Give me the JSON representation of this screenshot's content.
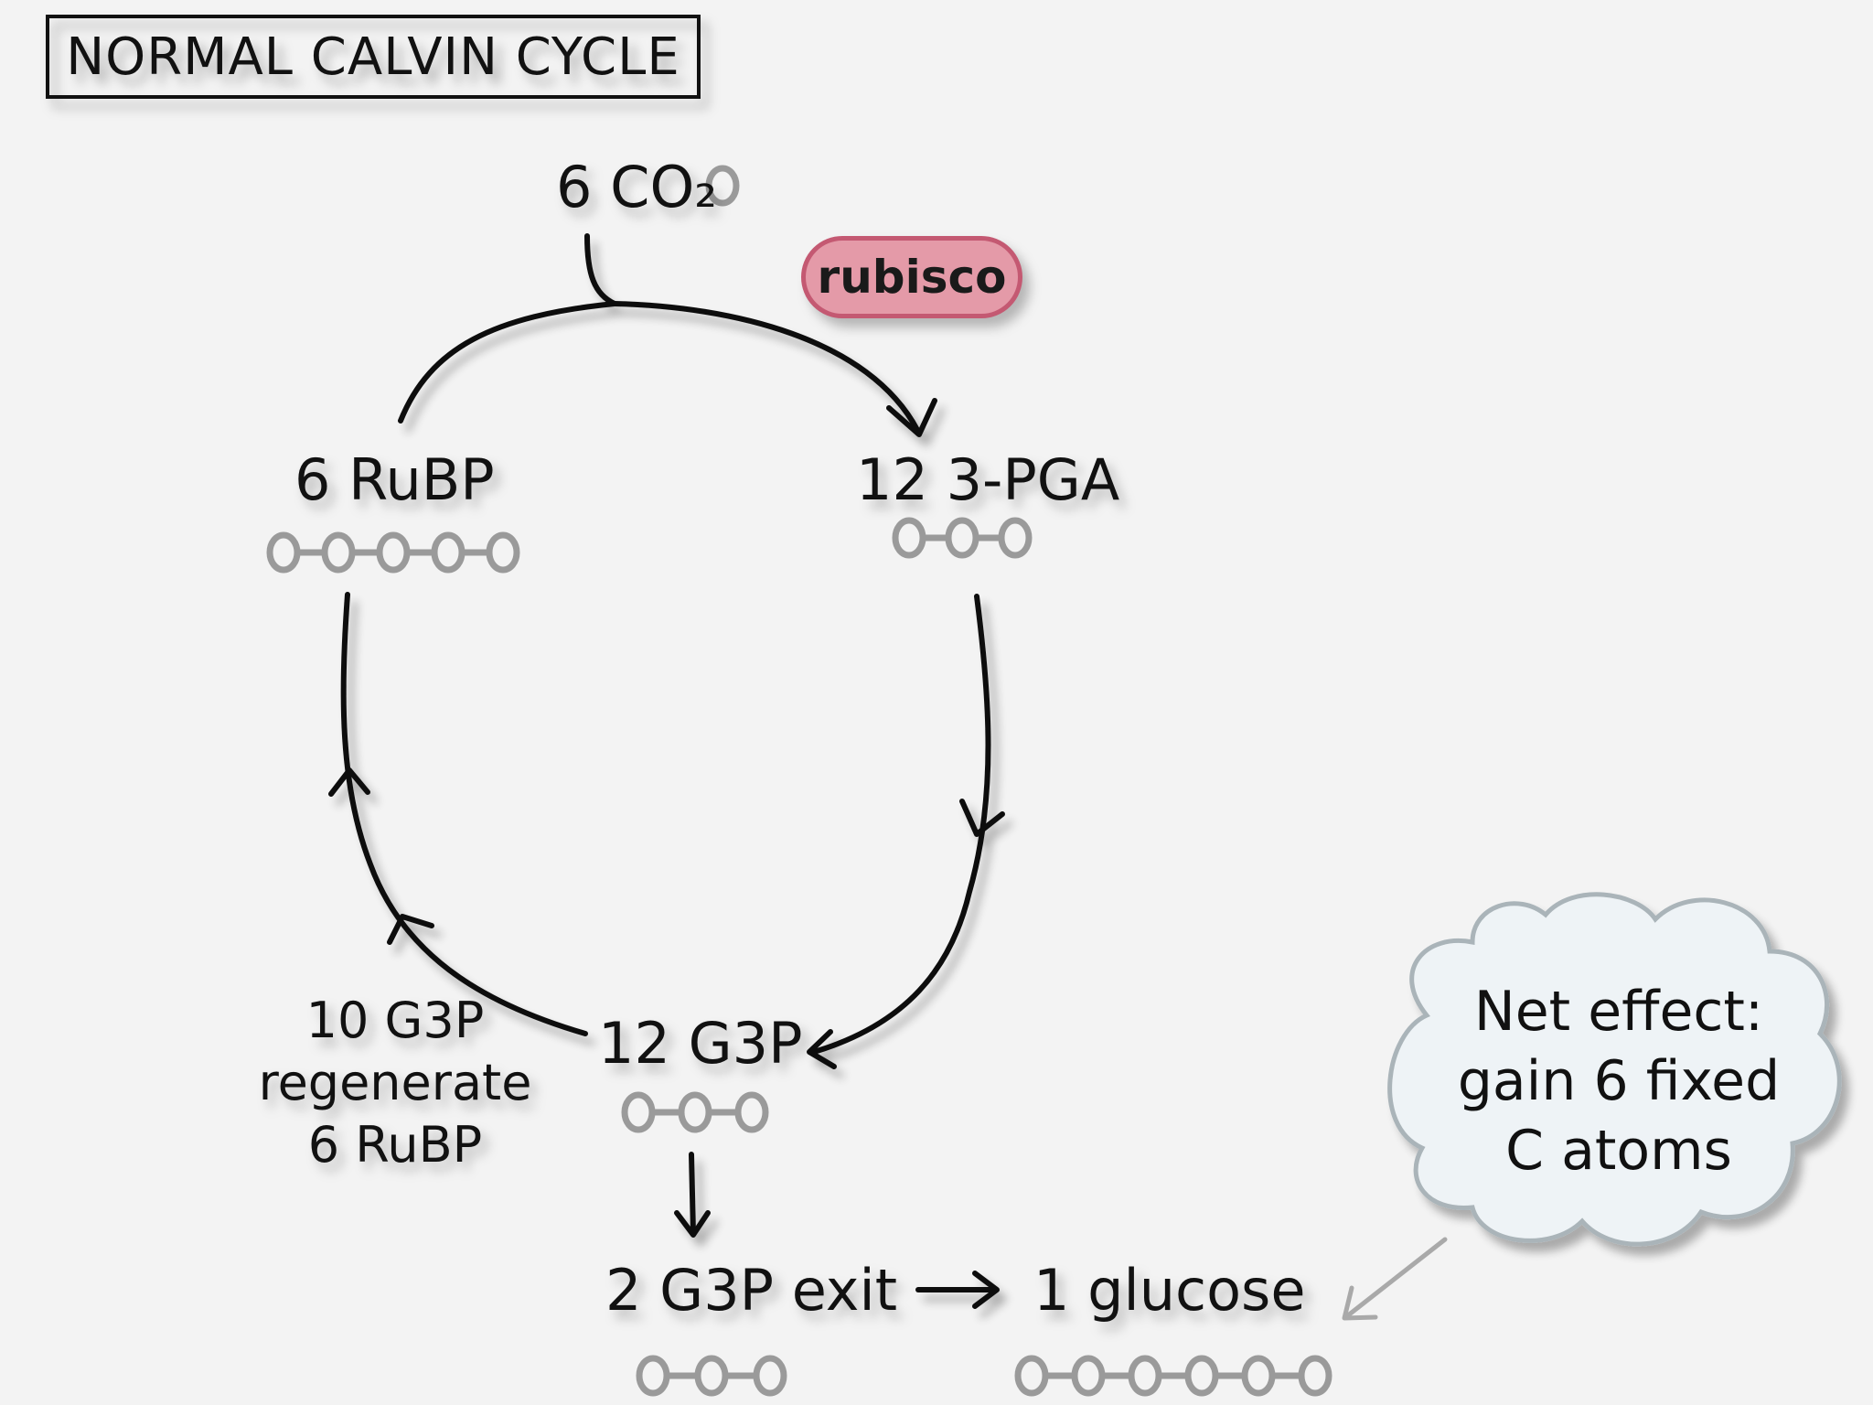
{
  "title": "NORMAL CALVIN CYCLE",
  "enzyme": "rubisco",
  "nodes": {
    "co2": "6 CO₂",
    "rubp": "6 RuBP",
    "pga": "12 3-PGA",
    "g3p": "12 G3P",
    "regen_line1": "10 G3P",
    "regen_line2": "regenerate",
    "regen_line3": "6 RuBP",
    "exit": "2 G3P exit",
    "glucose": "1 glucose"
  },
  "carbon_chains": {
    "co2": 1,
    "rubp": 5,
    "pga": 3,
    "g3p": 3,
    "exit": 3,
    "glucose": 6
  },
  "note": {
    "line1": "Net effect:",
    "line2": "gain 6 fixed",
    "line3": "C atoms"
  },
  "colors": {
    "background": "#f3f3f3",
    "ink": "#111111",
    "carbon_gray": "#9a9a9a",
    "rubisco_fill": "#e49aa8",
    "rubisco_border": "#c45972",
    "cloud_fill": "#eef3f6",
    "cloud_border": "#aab4b9"
  }
}
